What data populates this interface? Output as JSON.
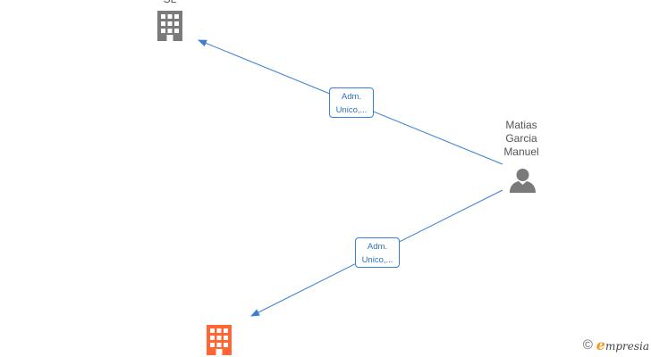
{
  "nodes": {
    "company_top": {
      "label": "SL",
      "icon": "building-icon",
      "color": "#7a7a7a"
    },
    "person": {
      "label_lines": [
        "Matias",
        "Garcia",
        "Manuel"
      ],
      "icon": "person-icon",
      "color": "#7a7a7a"
    },
    "company_bottom": {
      "icon": "building-icon",
      "color": "#ff6633"
    }
  },
  "edges": [
    {
      "from": "person",
      "to": "company_top",
      "label_lines": [
        "Adm.",
        "Unico,..."
      ]
    },
    {
      "from": "person",
      "to": "company_bottom",
      "label_lines": [
        "Adm.",
        "Unico,..."
      ]
    }
  ],
  "edge_color": "#3a7fd4",
  "brand": {
    "copyright": "©",
    "initial": "e",
    "rest": "mpresia"
  }
}
